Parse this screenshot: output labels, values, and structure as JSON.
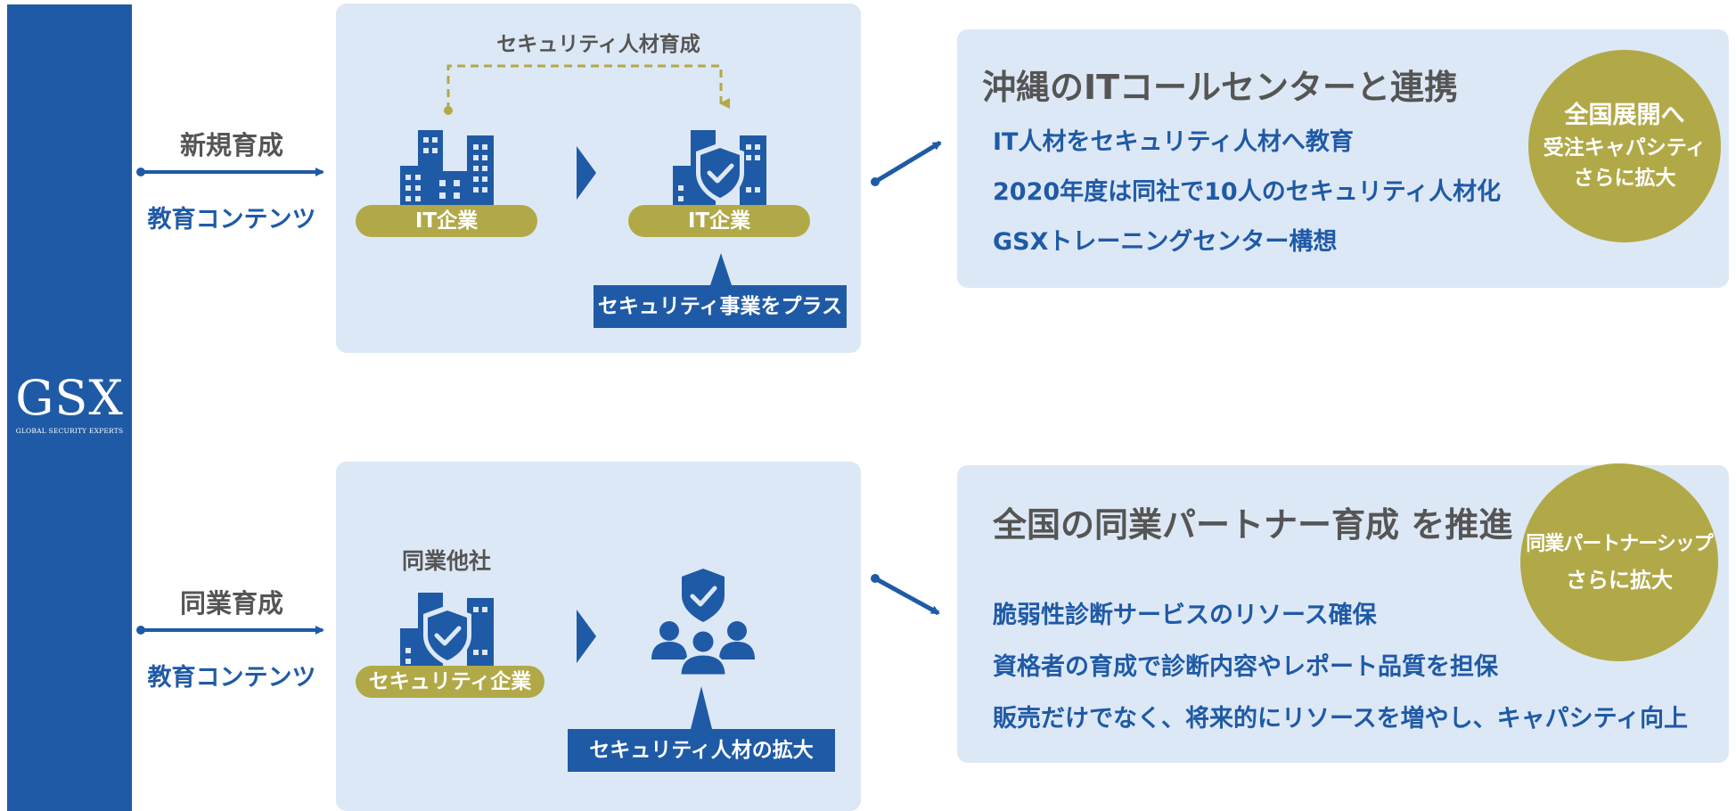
{
  "sidebar": {
    "logo": "GSX",
    "logo_subtitle": "GLOBAL SECURITY EXPERTS"
  },
  "colors": {
    "brand_blue": "#1f5aa6",
    "olive": "#b1a947",
    "panel_bg": "#dde8f6",
    "label_gray": "#555555"
  },
  "top": {
    "track_label": "新規育成",
    "track_content": "教育コンテンツ",
    "loop_label": "セキュリティ人材育成",
    "company_a": "IT企業",
    "company_b": "IT企業",
    "plus_label": "セキュリティ事業をプラス",
    "info": {
      "title": "沖縄のITコールセンターと連携",
      "lines": [
        "IT人材をセキュリティ人材へ教育",
        "2020年度は同社で10人のセキュリティ人材化",
        "GSXトレーニングセンター構想"
      ],
      "circle": [
        "全国展開へ",
        "受注キャパシティ",
        "さらに拡大"
      ]
    }
  },
  "bottom": {
    "track_label": "同業育成",
    "track_content": "教育コンテンツ",
    "peer_label": "同業他社",
    "company": "セキュリティ企業",
    "expand_label": "セキュリティ人材の拡大",
    "info": {
      "title": "全国の同業パートナー育成 を推進",
      "lines": [
        "脆弱性診断サービスのリソース確保",
        "資格者の育成で診断内容やレポート品質を担保",
        "販売だけでなく、将来的にリソースを増やし、キャパシティ向上"
      ],
      "circle": [
        "同業パートナーシップ",
        "さらに拡大"
      ]
    }
  }
}
